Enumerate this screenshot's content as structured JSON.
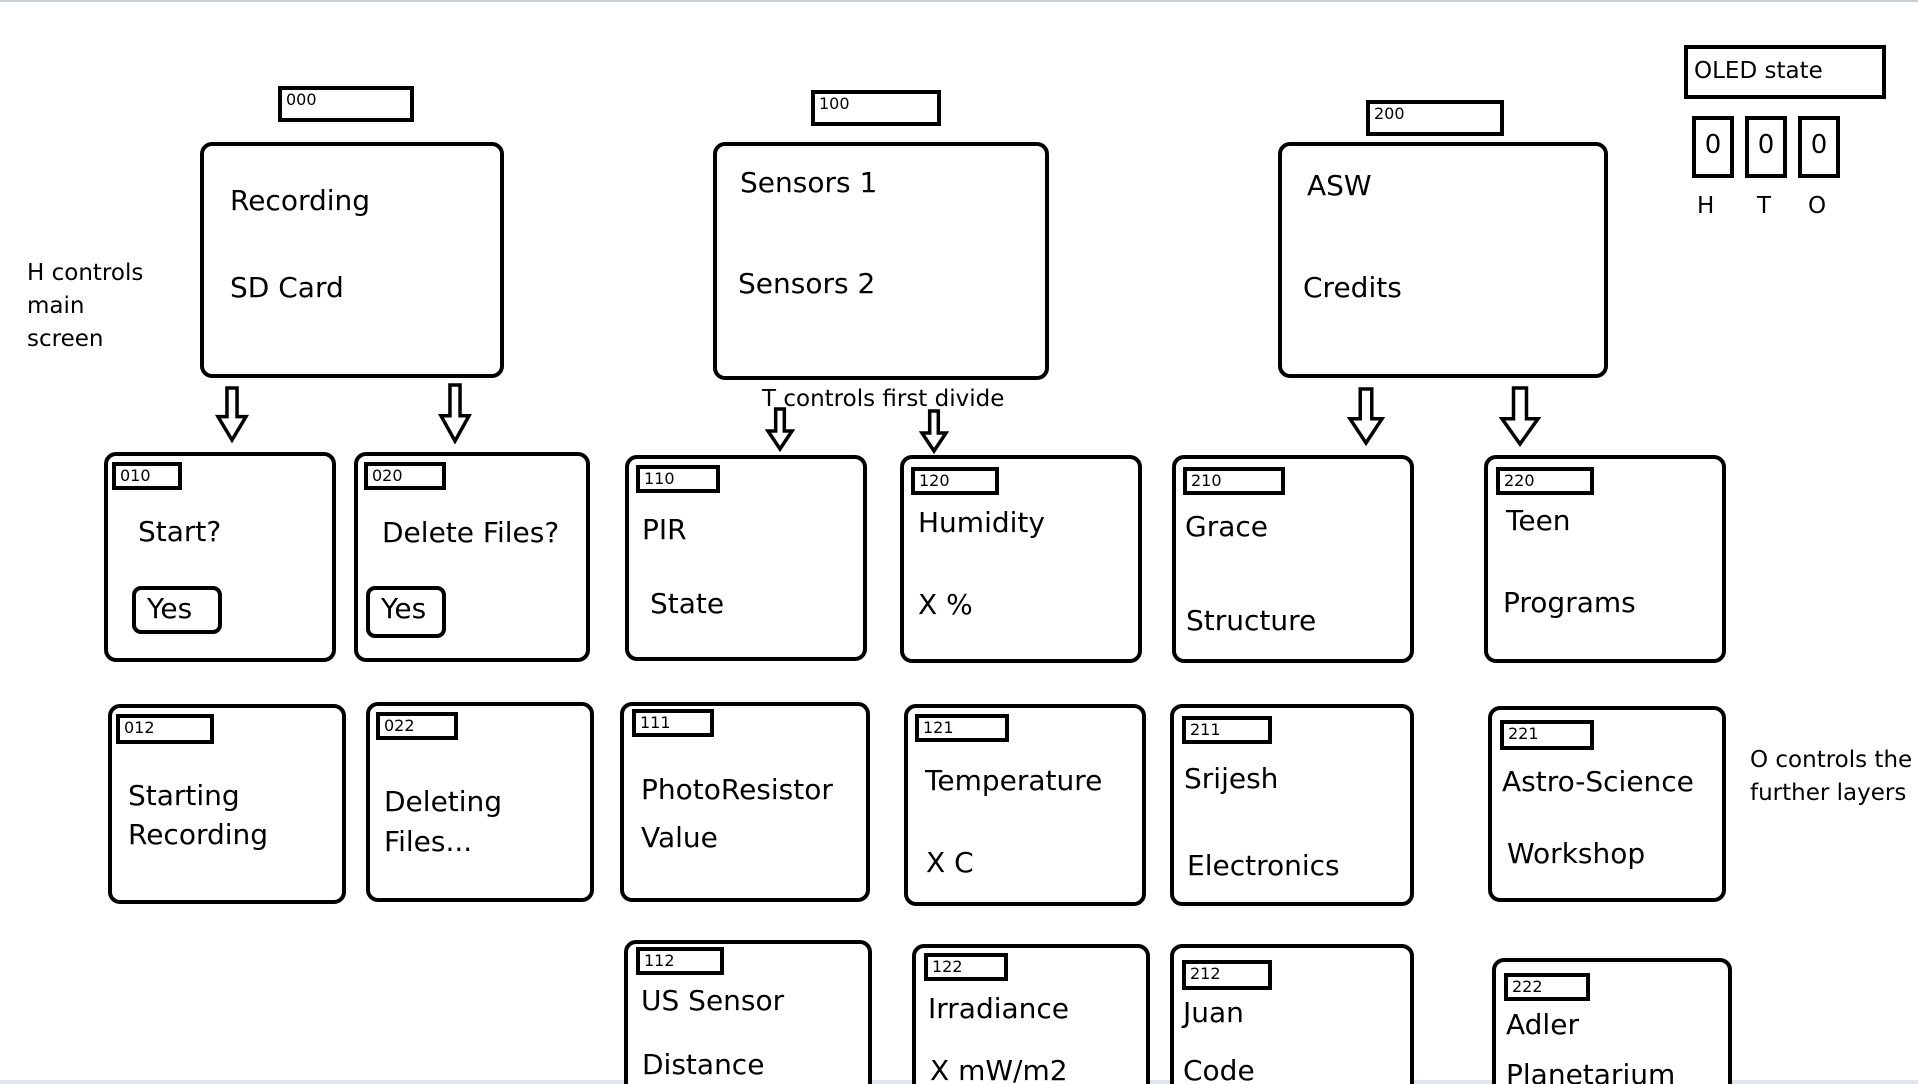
{
  "state": {
    "title": "OLED  state",
    "digits": [
      "0",
      "0",
      "0"
    ],
    "labels": [
      "H",
      "T",
      "O"
    ]
  },
  "notes": {
    "h": "H controls main screen",
    "t": "T controls first divide",
    "o": "O controls the further layers"
  },
  "top": [
    {
      "code": "000",
      "lines": [
        "Recording",
        "SD Card"
      ]
    },
    {
      "code": "100",
      "lines": [
        "Sensors 1",
        "Sensors 2"
      ]
    },
    {
      "code": "200",
      "lines": [
        "ASW",
        "Credits"
      ]
    }
  ],
  "row1": [
    {
      "code": "010",
      "lines": [
        "Start?"
      ],
      "button": "Yes"
    },
    {
      "code": "020",
      "lines": [
        "Delete Files?"
      ],
      "button": "Yes"
    },
    {
      "code": "110",
      "lines": [
        "PIR",
        "State"
      ]
    },
    {
      "code": "120",
      "lines": [
        "Humidity",
        "X %"
      ]
    },
    {
      "code": "210",
      "lines": [
        "Grace",
        "Structure"
      ]
    },
    {
      "code": "220",
      "lines": [
        "Teen",
        "Programs"
      ]
    }
  ],
  "row2": [
    {
      "code": "012",
      "lines": [
        "Starting",
        "Recording"
      ]
    },
    {
      "code": "022",
      "lines": [
        "Deleting",
        "Files..."
      ]
    },
    {
      "code": "111",
      "lines": [
        "PhotoResistor",
        "Value"
      ]
    },
    {
      "code": "121",
      "lines": [
        "Temperature",
        "X C"
      ]
    },
    {
      "code": "211",
      "lines": [
        "Srijesh",
        "Electronics"
      ]
    },
    {
      "code": "221",
      "lines": [
        "Astro-Science",
        "Workshop"
      ]
    }
  ],
  "row3": [
    {
      "code": "112",
      "lines": [
        "US Sensor",
        "Distance"
      ]
    },
    {
      "code": "122",
      "lines": [
        "Irradiance",
        "X mW/m2"
      ]
    },
    {
      "code": "212",
      "lines": [
        "Juan",
        "Code"
      ]
    },
    {
      "code": "222",
      "lines": [
        "Adler",
        "Planetarium"
      ]
    }
  ]
}
